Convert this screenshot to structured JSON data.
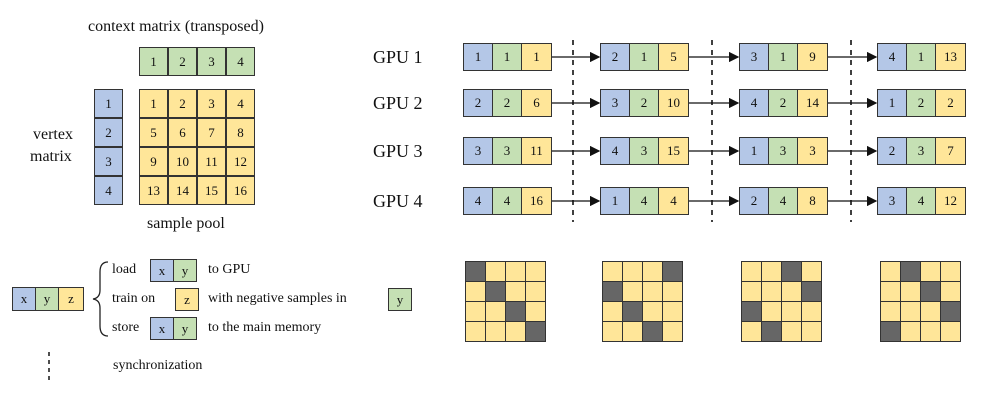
{
  "titles": {
    "context": "context matrix (transposed)",
    "vertex_line1": "vertex",
    "vertex_line2": "matrix",
    "pool": "sample pool"
  },
  "context_matrix": [
    "1",
    "2",
    "3",
    "4"
  ],
  "vertex_matrix": [
    "1",
    "2",
    "3",
    "4"
  ],
  "sample_pool": [
    [
      "1",
      "2",
      "3",
      "4"
    ],
    [
      "5",
      "6",
      "7",
      "8"
    ],
    [
      "9",
      "10",
      "11",
      "12"
    ],
    [
      "13",
      "14",
      "15",
      "16"
    ]
  ],
  "gpus": [
    {
      "label": "GPU 1",
      "steps": [
        [
          "1",
          "1",
          "1"
        ],
        [
          "2",
          "1",
          "5"
        ],
        [
          "3",
          "1",
          "9"
        ],
        [
          "4",
          "1",
          "13"
        ]
      ]
    },
    {
      "label": "GPU 2",
      "steps": [
        [
          "2",
          "2",
          "6"
        ],
        [
          "3",
          "2",
          "10"
        ],
        [
          "4",
          "2",
          "14"
        ],
        [
          "1",
          "2",
          "2"
        ]
      ]
    },
    {
      "label": "GPU 3",
      "steps": [
        [
          "3",
          "3",
          "11"
        ],
        [
          "4",
          "3",
          "15"
        ],
        [
          "1",
          "3",
          "3"
        ],
        [
          "2",
          "3",
          "7"
        ]
      ]
    },
    {
      "label": "GPU 4",
      "steps": [
        [
          "4",
          "4",
          "16"
        ],
        [
          "1",
          "4",
          "4"
        ],
        [
          "2",
          "4",
          "8"
        ],
        [
          "3",
          "4",
          "12"
        ]
      ]
    }
  ],
  "patterns": [
    [
      [
        1,
        0,
        0,
        0
      ],
      [
        0,
        1,
        0,
        0
      ],
      [
        0,
        0,
        1,
        0
      ],
      [
        0,
        0,
        0,
        1
      ]
    ],
    [
      [
        0,
        0,
        0,
        1
      ],
      [
        1,
        0,
        0,
        0
      ],
      [
        0,
        1,
        0,
        0
      ],
      [
        0,
        0,
        1,
        0
      ]
    ],
    [
      [
        0,
        0,
        1,
        0
      ],
      [
        0,
        0,
        0,
        1
      ],
      [
        1,
        0,
        0,
        0
      ],
      [
        0,
        1,
        0,
        0
      ]
    ],
    [
      [
        0,
        1,
        0,
        0
      ],
      [
        0,
        0,
        1,
        0
      ],
      [
        0,
        0,
        0,
        1
      ],
      [
        1,
        0,
        0,
        0
      ]
    ]
  ],
  "legend": {
    "block": [
      "x",
      "y",
      "z"
    ],
    "load_pre": "load",
    "load_cells": [
      "x",
      "y"
    ],
    "load_post": "to GPU",
    "train_pre": "train on",
    "train_cell": "z",
    "train_mid": "with negative samples in",
    "train_cell2": "y",
    "store_pre": "store",
    "store_cells": [
      "x",
      "y"
    ],
    "store_post": "to the main memory",
    "sync": "synchronization"
  },
  "colors": {
    "vertex": "#b4c7e7",
    "context": "#c5e0b4",
    "sample": "#ffe699",
    "active": "#666666"
  }
}
